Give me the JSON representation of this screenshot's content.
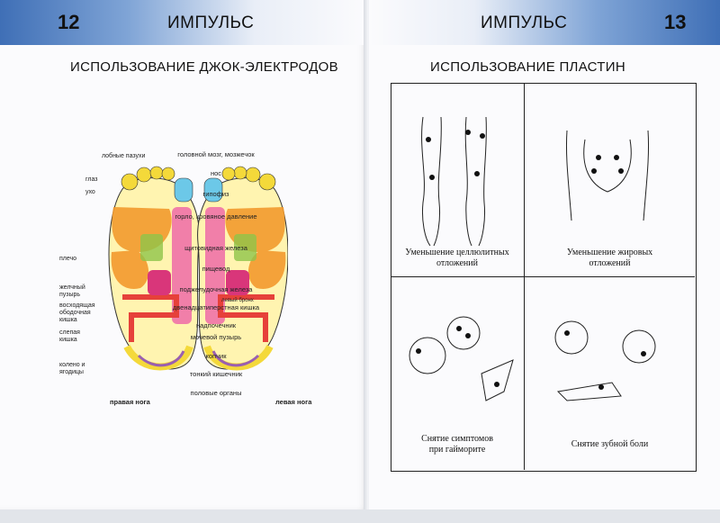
{
  "left_page": {
    "page_number": "12",
    "brand": "ИМПУЛЬС",
    "title": "ИСПОЛЬЗОВАНИЕ ДЖОК-ЭЛЕКТРОДОВ",
    "side_labels": [
      "лобные пазухи",
      "глаз",
      "ухо",
      "плечо",
      "желчный пузырь",
      "восходящая ободочная кишка",
      "слепая кишка",
      "колено и ягодицы"
    ],
    "center_labels": [
      "головной мозг, мозжечок",
      "нос",
      "гипофиз",
      "горло, кровяное давление",
      "щитовидная железа",
      "пищевод",
      "поджелудочная железа",
      "двенадцатиперстная кишка",
      "надпочечник",
      "мочевой пузырь",
      "копчик",
      "тонкий кишечник",
      "половые органы"
    ],
    "small_labels": [
      "левый бронх"
    ],
    "right_foot_caption": "правая нога",
    "left_foot_caption": "левая нога",
    "colors": {
      "yellow": "#f4d93a",
      "orange": "#f29a2e",
      "red": "#e6413a",
      "pink": "#ef6aa8",
      "magenta": "#d9367a",
      "cyan": "#6cc8e8",
      "green": "#8fc44a",
      "purple": "#9a5fb0"
    }
  },
  "right_page": {
    "page_number": "13",
    "brand": "ИМПУЛЬС",
    "title": "ИСПОЛЬЗОВАНИЕ ПЛАСТИН",
    "panels": [
      {
        "caption_line1": "Уменьшение целлюлитных",
        "caption_line2": "отложений"
      },
      {
        "caption_line1": "Уменьшение жировых",
        "caption_line2": "отложений"
      },
      {
        "caption_line1": "Снятие симптомов",
        "caption_line2": "при гайморите"
      },
      {
        "caption_line1": "Снятие зубной боли",
        "caption_line2": ""
      }
    ]
  }
}
